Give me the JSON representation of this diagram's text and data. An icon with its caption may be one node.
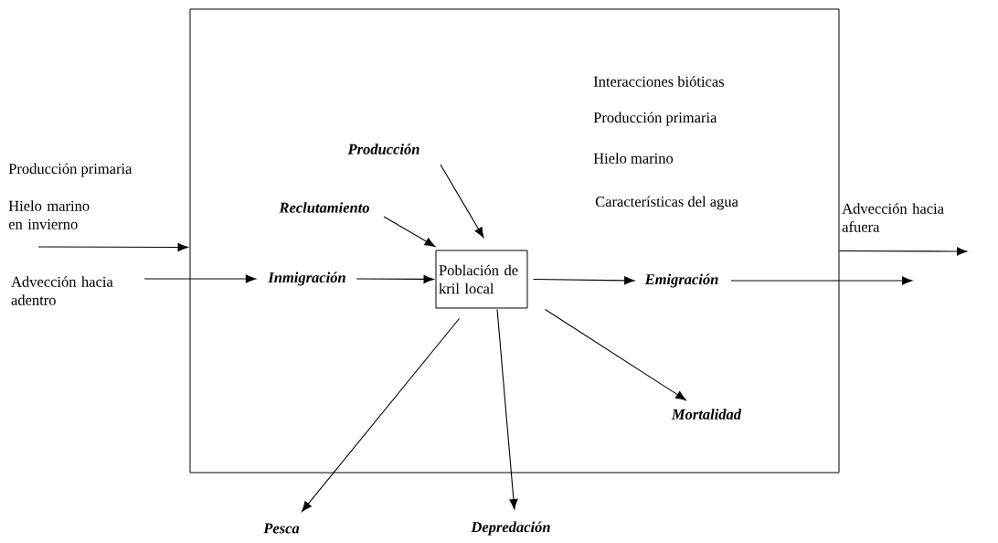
{
  "diagram": {
    "nodes": [
      {
        "text": [],
        "shape": "box"
      },
      {
        "text": [
          "Población de kril local"
        ],
        "in": 0
      },
      {
        "text": [
          "Producción"
        ],
        "in": 0
      },
      {
        "text": [
          "Reclutamiento"
        ],
        "in": 0
      },
      {
        "text": [
          "Inmigración"
        ],
        "in": 0
      },
      {
        "text": [
          "Emigración"
        ],
        "in": 0
      },
      {
        "text": [
          "Mortalidad"
        ],
        "in": 0
      },
      {
        "text": [
          "Pesca"
        ]
      },
      {
        "text": [
          "Depredación"
        ]
      },
      {
        "text": [
          "Advección hacia adentro"
        ]
      }
    ],
    "edges": [
      {
        "from": null,
        "to": 0,
        "arrow": "to"
      },
      {
        "from": 9,
        "to": 4,
        "arrow": "to"
      },
      {
        "from": 2,
        "to": 1,
        "arrow": "to"
      },
      {
        "from": 3,
        "to": 1,
        "arrow": "to"
      },
      {
        "from": 4,
        "to": 1,
        "arrow": "to"
      },
      {
        "from": 1,
        "to": 5,
        "arrow": "to"
      },
      {
        "from": 5,
        "to": null,
        "arrow": "to"
      },
      {
        "from": 0,
        "to": null,
        "arrow": "to"
      },
      {
        "from": 1,
        "to": 6,
        "arrow": "to"
      },
      {
        "from": 1,
        "to": 7,
        "arrow": "to"
      },
      {
        "from": 1,
        "to": 8,
        "arrow": "to"
      }
    ],
    "labels": [
      "Interacciones bióticas",
      "Producción primaria",
      "Hielo marino",
      "Características del agua",
      "Producción primaria",
      "Hielo marino en invierno",
      "Advección hacia afuera"
    ]
  }
}
